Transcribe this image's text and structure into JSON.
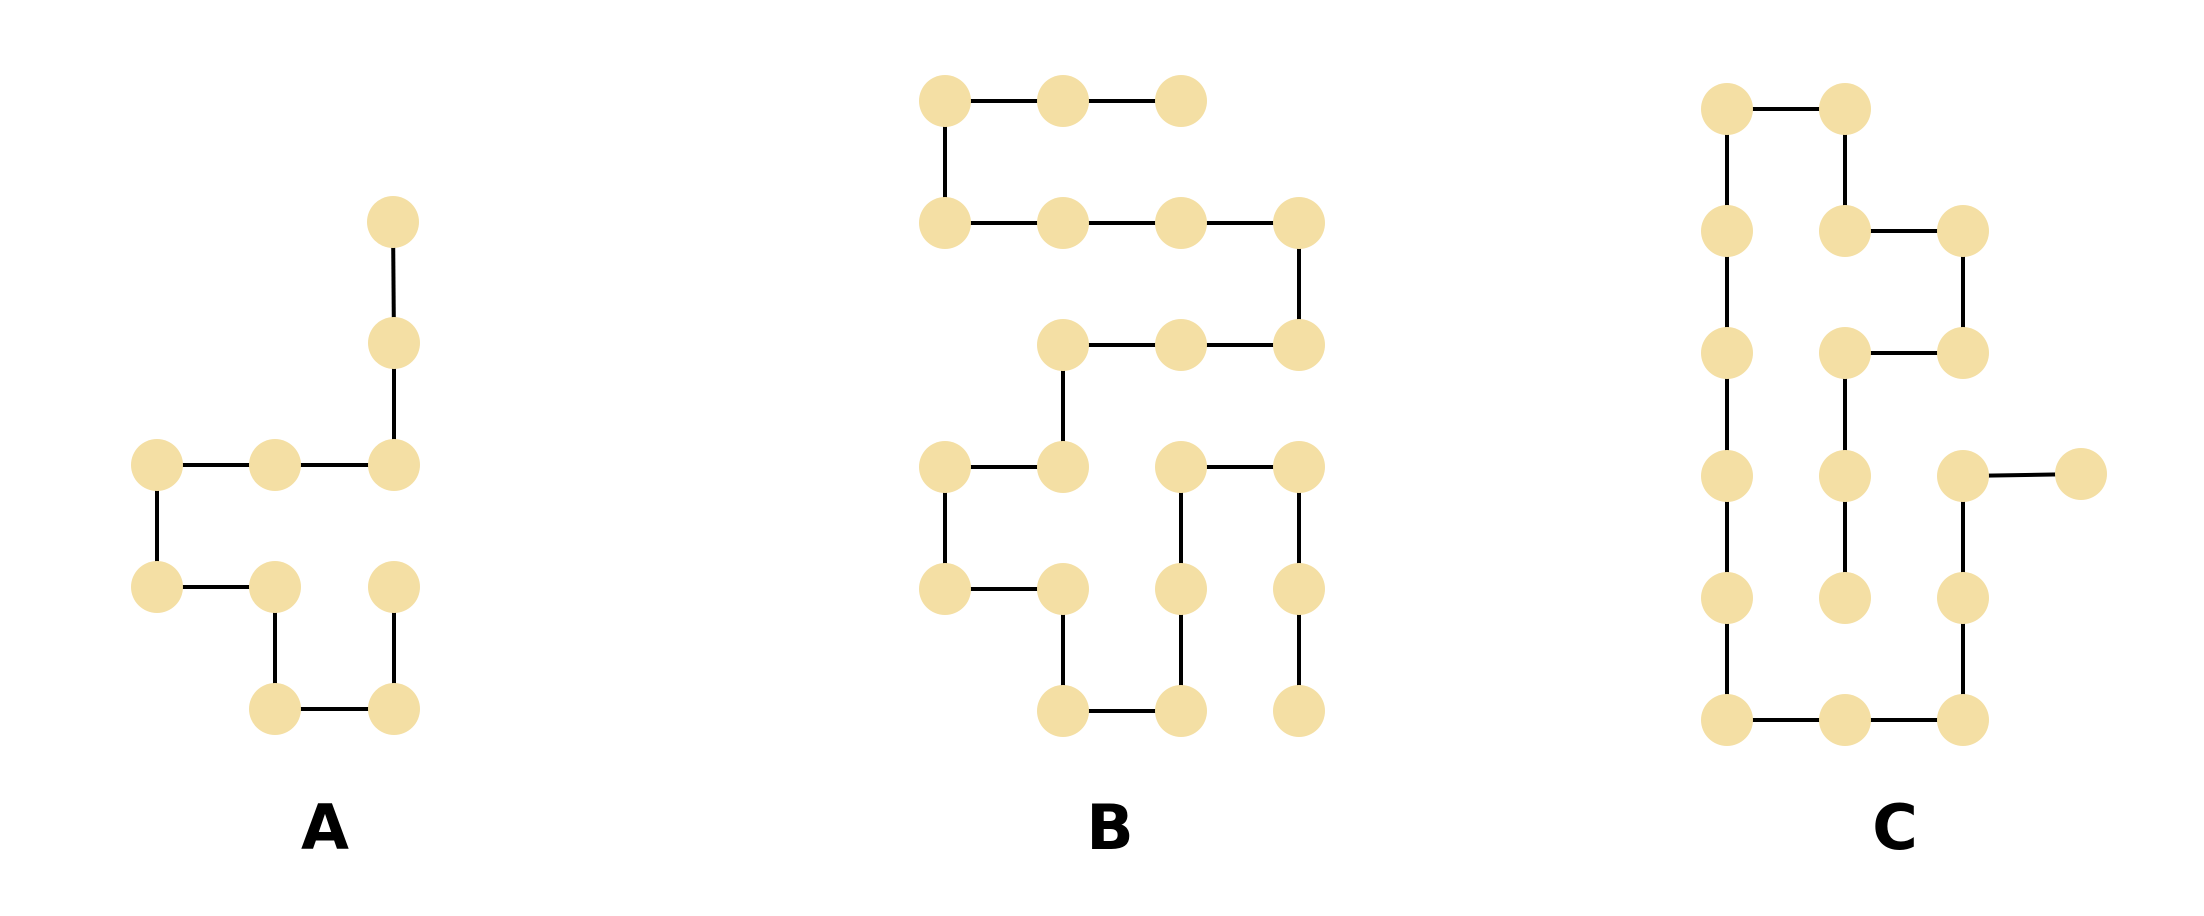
{
  "colors": {
    "node_fill": "#f4dfa4",
    "edge_stroke": "#000000",
    "label_text": "#000000",
    "background": "#ffffff"
  },
  "figures": [
    {
      "label": "A",
      "nodes": [
        [
          0,
          0
        ],
        [
          1,
          0
        ],
        [
          2,
          0
        ],
        [
          2,
          1
        ],
        [
          2,
          2
        ],
        [
          2,
          3
        ],
        [
          0,
          1
        ],
        [
          1,
          1
        ],
        [
          1,
          2
        ],
        [
          2,
          2
        ]
      ]
    },
    {
      "label": "B",
      "nodes": []
    },
    {
      "label": "C",
      "nodes": []
    }
  ]
}
